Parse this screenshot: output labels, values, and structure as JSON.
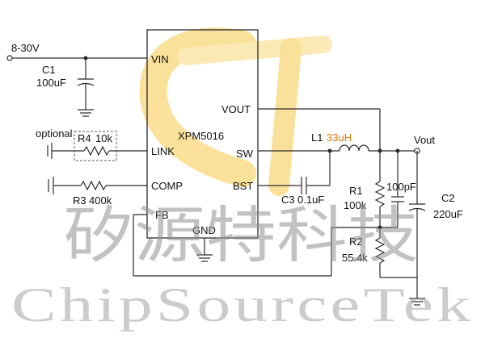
{
  "input": {
    "voltage": "8-30V"
  },
  "ic": {
    "name": "XPM5016",
    "pins": {
      "vin": "VIN",
      "vout": "VOUT",
      "link": "LINK",
      "sw": "SW",
      "comp": "COMP",
      "bst": "BST",
      "fb": "FB",
      "gnd": "GND"
    }
  },
  "components": {
    "c1": {
      "ref": "C1",
      "value": "100uF"
    },
    "r4": {
      "ref": "R4",
      "value": "10k",
      "note": "optional"
    },
    "r3": {
      "ref": "R3",
      "value": "400k"
    },
    "c3": {
      "ref": "C3",
      "value": "0.1uF"
    },
    "l1": {
      "ref": "L1",
      "value": "33uH"
    },
    "r1": {
      "ref": "R1",
      "value": "100k"
    },
    "c_ff": {
      "value": "100pF"
    },
    "r2": {
      "ref": "R2",
      "value": "55.4k"
    },
    "c2": {
      "ref": "C2",
      "value": "220uF"
    }
  },
  "output": {
    "label": "Vout"
  },
  "watermark": {
    "chinese": "矽源特科技",
    "english": "ChipSourceTek"
  },
  "colors": {
    "wire": "#2a2a2a",
    "accent": "#e07a00",
    "logo": "#f7c948",
    "watermark": "#8f8f8f"
  }
}
